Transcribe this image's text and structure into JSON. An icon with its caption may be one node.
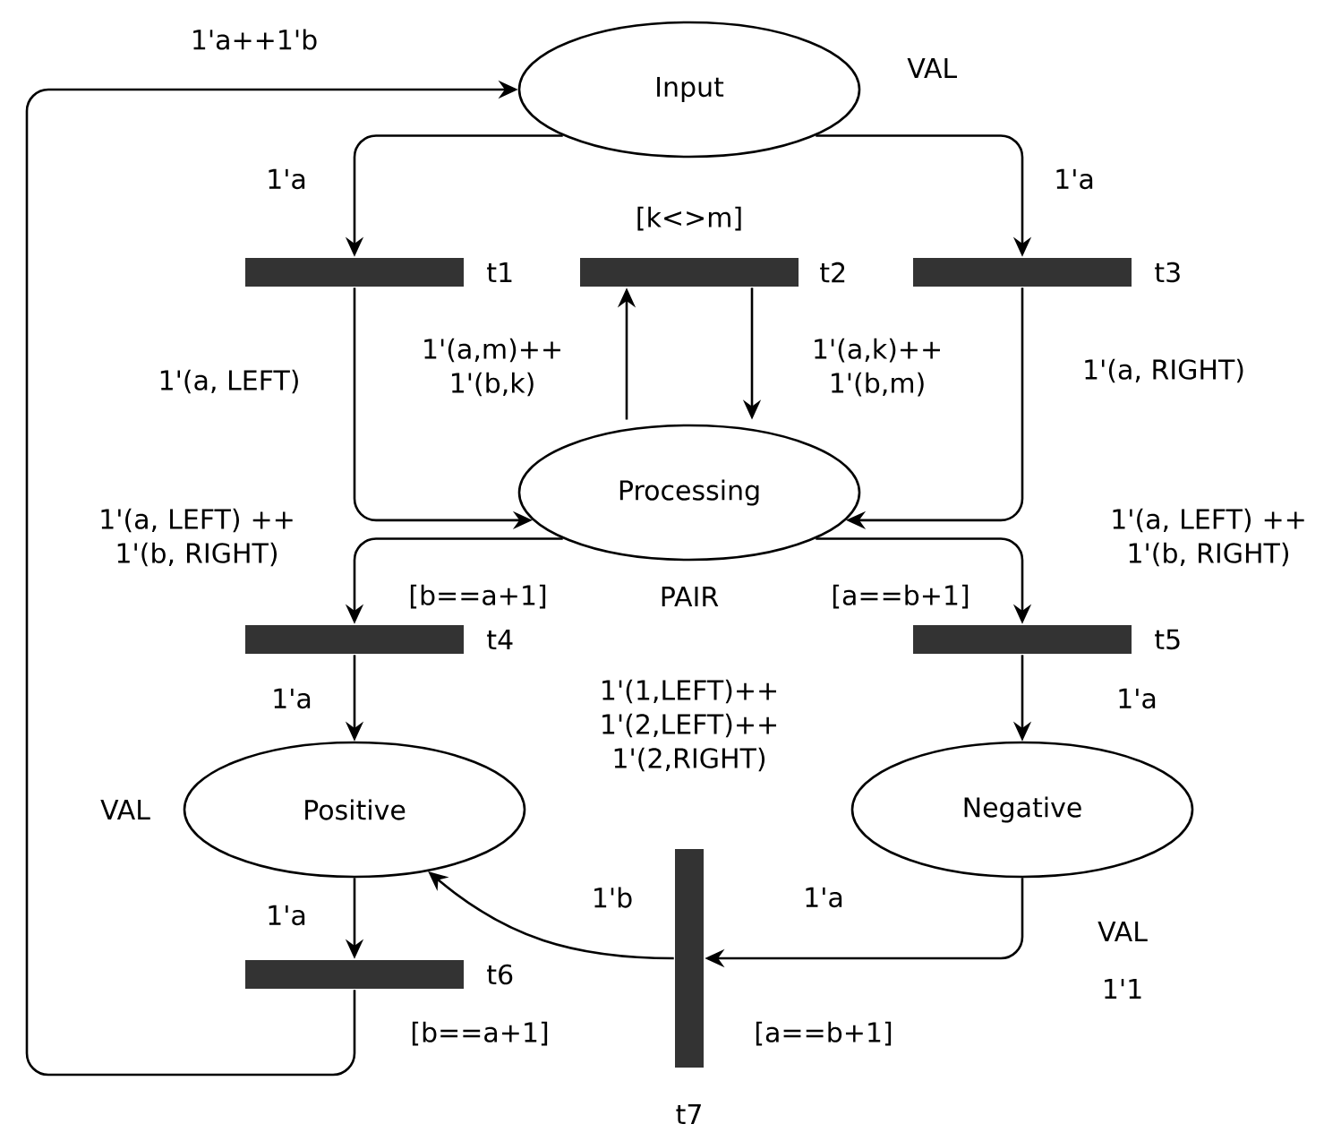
{
  "diagram": {
    "nodes": [
      {
        "text": [
          "Input"
        ],
        "beside": [
          "VAL"
        ]
      },
      {
        "text": [],
        "shape": "bar",
        "beside": [
          "t1"
        ]
      },
      {
        "text": [],
        "shape": "bar",
        "beside": [
          "[k<>m]",
          "t2"
        ]
      },
      {
        "text": [],
        "shape": "bar",
        "beside": [
          "t3"
        ]
      },
      {
        "text": [
          "Processing"
        ],
        "beside": [
          "PAIR",
          "1'(1,LEFT)++ 1'(2,LEFT)++ 1'(2,RIGHT)"
        ]
      },
      {
        "text": [],
        "shape": "bar",
        "beside": [
          "[b==a+1]",
          "t4"
        ]
      },
      {
        "text": [],
        "shape": "bar",
        "beside": [
          "[a==b+1]",
          "t5"
        ]
      },
      {
        "text": [
          "Positive"
        ],
        "beside": [
          "VAL"
        ]
      },
      {
        "text": [
          "Negative"
        ],
        "beside": [
          "VAL",
          "1'1"
        ]
      },
      {
        "text": [],
        "shape": "bar",
        "beside": [
          "t6",
          "[b==a+1]"
        ]
      },
      {
        "text": [],
        "shape": "bar",
        "beside": [
          "[a==b+1]",
          "t7"
        ]
      }
    ],
    "edges": [
      {
        "from": 0,
        "to": 1,
        "arrow": "to",
        "label": "1'a"
      },
      {
        "from": 0,
        "to": 3,
        "arrow": "to",
        "label": "1'a"
      },
      {
        "from": 1,
        "to": 4,
        "arrow": "to",
        "label": "1'(a, LEFT)"
      },
      {
        "from": 4,
        "to": 2,
        "arrow": "to",
        "label": "1'(a,m)++ 1'(b,k)"
      },
      {
        "from": 2,
        "to": 4,
        "arrow": "to",
        "label": "1'(a,k)++ 1'(b,m)"
      },
      {
        "from": 3,
        "to": 4,
        "arrow": "to",
        "label": "1'(a, RIGHT)"
      },
      {
        "from": 4,
        "to": 5,
        "arrow": "to",
        "label": "1'(a, LEFT) ++ 1'(b, RIGHT)"
      },
      {
        "from": 4,
        "to": 6,
        "arrow": "to",
        "label": "1'(a, LEFT) ++ 1'(b, RIGHT)"
      },
      {
        "from": 5,
        "to": 7,
        "arrow": "to",
        "label": "1'a"
      },
      {
        "from": 6,
        "to": 8,
        "arrow": "to",
        "label": "1'a"
      },
      {
        "from": 7,
        "to": 9,
        "arrow": "to",
        "label": "1'a"
      },
      {
        "from": 9,
        "to": 0,
        "arrow": "to",
        "label": "1'a++1'b"
      },
      {
        "from": 8,
        "to": 10,
        "arrow": "to",
        "label": "1'a"
      },
      {
        "from": 10,
        "to": 7,
        "arrow": "to",
        "label": "1'b"
      }
    ]
  }
}
